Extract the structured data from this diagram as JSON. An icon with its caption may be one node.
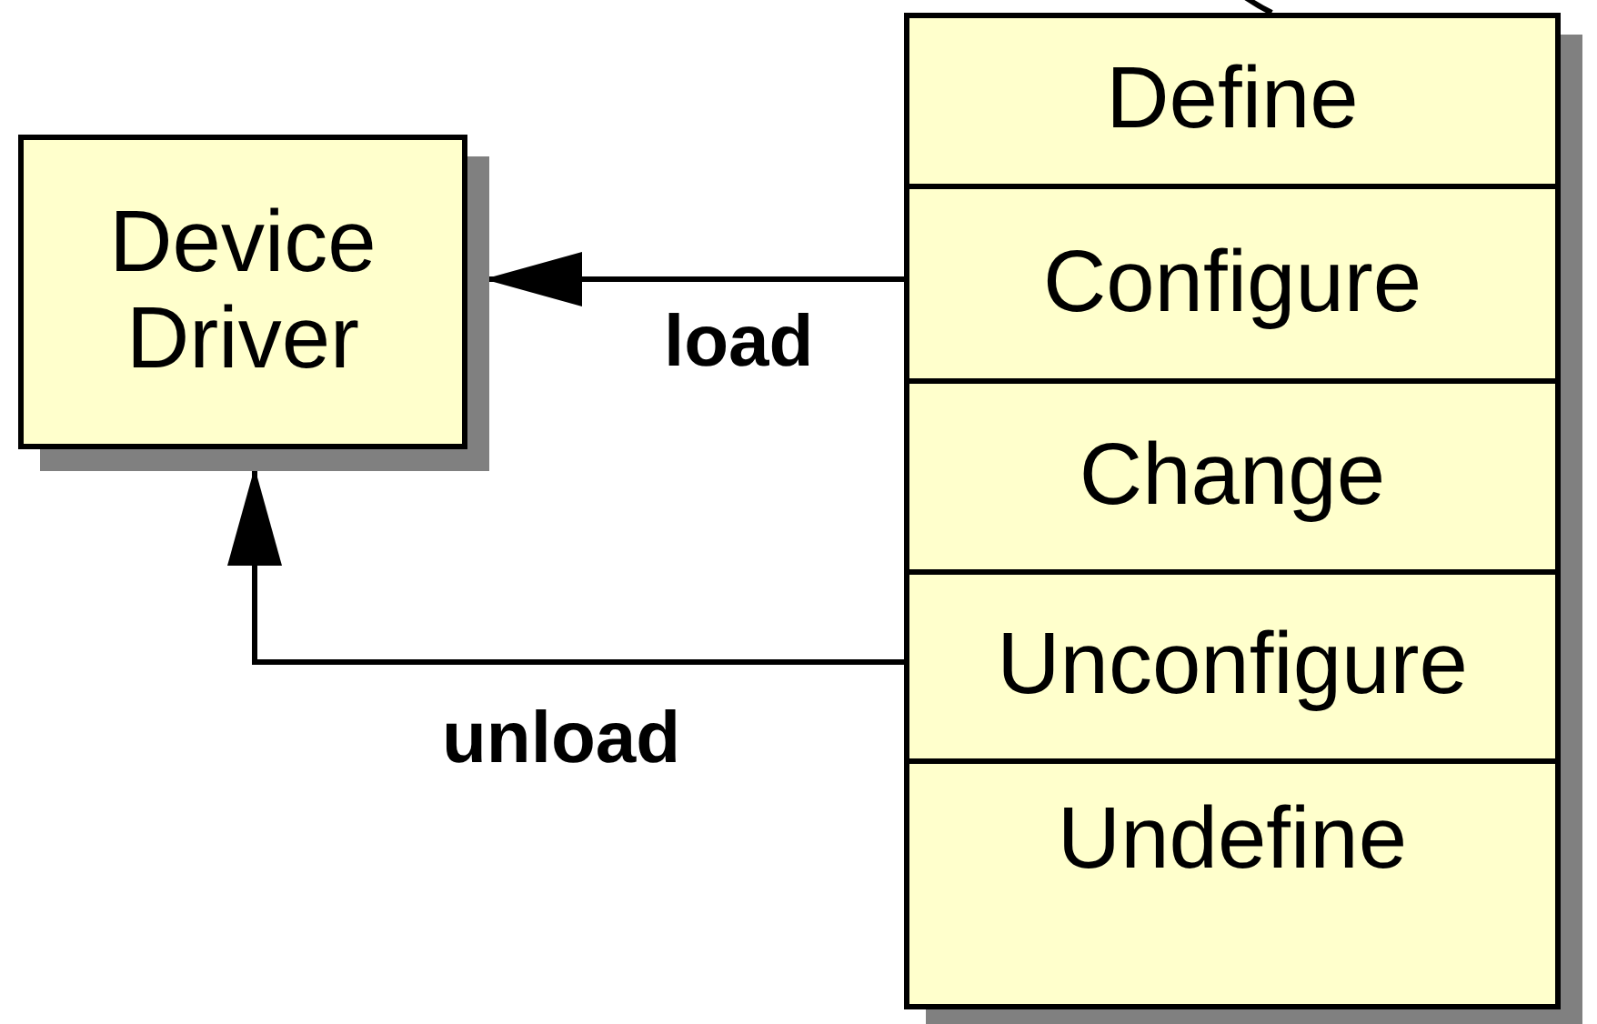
{
  "diagram": {
    "nodes": [
      {
        "text": [
          "Device Driver"
        ]
      },
      {
        "text": [],
        "shape": "box"
      },
      {
        "text": [
          "Define"
        ],
        "in": 1
      },
      {
        "text": [
          "Configure"
        ],
        "in": 1
      },
      {
        "text": [
          "Change"
        ],
        "in": 1
      },
      {
        "text": [
          "Unconfigure"
        ],
        "in": 1
      },
      {
        "text": [
          "Undefine"
        ],
        "in": 1
      }
    ],
    "edges": [
      {
        "from": 3,
        "to": 0,
        "arrow": "to",
        "label": "load"
      },
      {
        "from": 5,
        "to": 0,
        "arrow": "to",
        "label": "unload"
      },
      {
        "from": null,
        "to": 1,
        "arrow": "none"
      }
    ]
  }
}
